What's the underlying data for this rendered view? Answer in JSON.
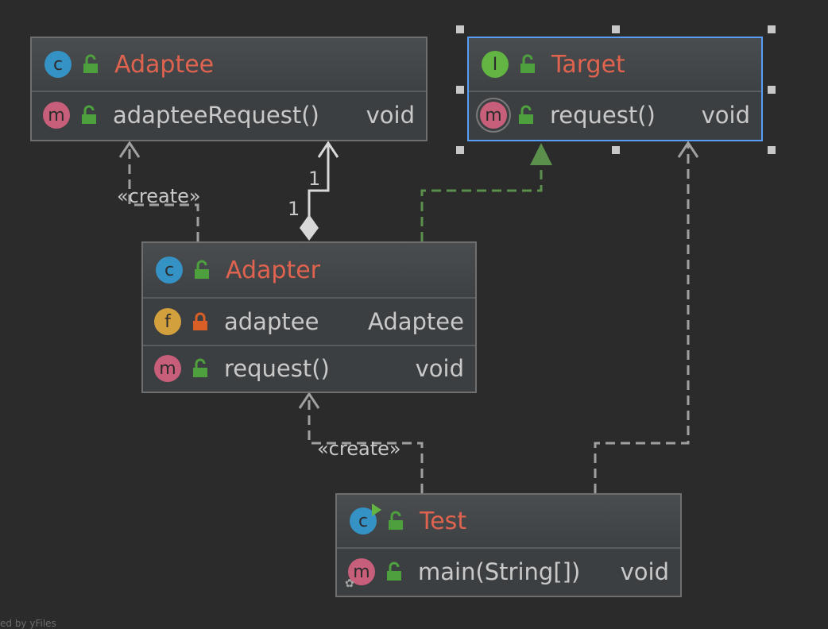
{
  "colors": {
    "background": "#2b2b2b",
    "node_fill": "#3c3f41",
    "node_border": "#6f6f6f",
    "selected_border": "#589df6",
    "title_text": "#e0634f",
    "member_text": "#c9c9c9",
    "dependency_edge": "#a0a0a0",
    "realization_edge": "#5b8f4c",
    "class_badge": "#3592c4",
    "interface_badge": "#62b543",
    "method_badge": "#c75f7a",
    "field_badge": "#d3a03e",
    "public_lock": "#4e9f3d",
    "private_lock": "#d95f27"
  },
  "nodes": {
    "adaptee": {
      "kind_icon": "class-icon",
      "kind_letter": "c",
      "visibility_icon": "public-lock-icon",
      "title": "Adaptee",
      "members": [
        {
          "kind_letter": "m",
          "visibility_icon": "public-lock-icon",
          "name": "adapteeRequest()",
          "type": "void"
        }
      ]
    },
    "target": {
      "kind_icon": "interface-icon",
      "kind_letter": "I",
      "visibility_icon": "public-lock-icon",
      "title": "Target",
      "members": [
        {
          "kind_letter": "m",
          "visibility_icon": "public-lock-icon",
          "name": "request()",
          "type": "void"
        }
      ]
    },
    "adapter": {
      "kind_icon": "class-icon",
      "kind_letter": "c",
      "visibility_icon": "public-lock-icon",
      "title": "Adapter",
      "members": [
        {
          "kind_letter": "f",
          "visibility_icon": "private-lock-icon",
          "name": "adaptee",
          "type": "Adaptee"
        },
        {
          "kind_letter": "m",
          "visibility_icon": "public-lock-icon",
          "name": "request()",
          "type": "void"
        }
      ]
    },
    "test": {
      "kind_icon": "runnable-class-icon",
      "kind_letter": "c",
      "visibility_icon": "public-lock-icon",
      "title": "Test",
      "members": [
        {
          "kind_letter": "m",
          "visibility_icon": "public-lock-icon",
          "name": "main(String[])",
          "type": "void"
        }
      ]
    }
  },
  "edges": {
    "adapter_creates_adaptee": {
      "label": "«create»"
    },
    "adapter_aggregates_adaptee": {
      "source_multiplicity": "1",
      "target_multiplicity": "1"
    },
    "test_creates_adapter": {
      "label": "«create»"
    }
  },
  "footer": {
    "watermark": "ed by yFiles"
  }
}
